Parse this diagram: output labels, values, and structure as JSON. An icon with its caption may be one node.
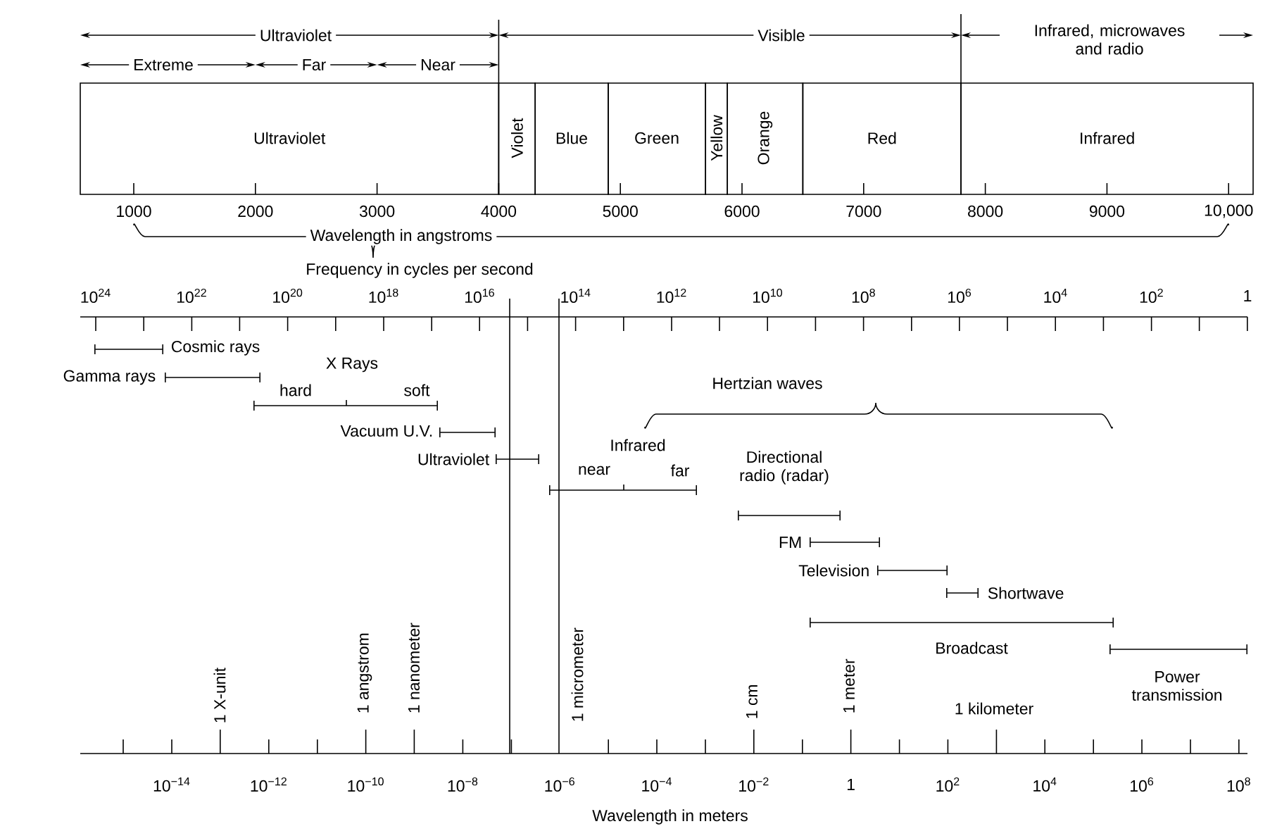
{
  "diagram": {
    "nodes": [
      {
        "text": [
          "Ultraviolet"
        ]
      },
      {
        "text": [
          "Violet"
        ]
      },
      {
        "text": [
          "Blue"
        ]
      },
      {
        "text": [
          "Green"
        ]
      },
      {
        "text": [
          "Yellow"
        ]
      },
      {
        "text": [
          "Orange"
        ]
      },
      {
        "text": [
          "Red"
        ]
      },
      {
        "text": [
          "Infrared"
        ]
      }
    ],
    "labels": [
      "Ultraviolet",
      "Visible",
      "Infrared, microwaves and radio",
      "Extreme",
      "Far",
      "Near",
      "1000",
      "2000",
      "3000",
      "4000",
      "5000",
      "6000",
      "7000",
      "8000",
      "9000",
      "10,000",
      "Wavelength in angstroms",
      "Frequency in cycles per second",
      "10$^{24}$",
      "10$^{22}$",
      "10$^{20}$",
      "10$^{18}$",
      "10$^{16}$",
      "10$^{14}$",
      "10$^{12}$",
      "10$^{10}$",
      "10$^{8}$",
      "10$^{6}$",
      "10$^{4}$",
      "10$^{2}$",
      "1",
      "Cosmic rays",
      "X Rays",
      "Gamma rays",
      "hard",
      "soft",
      "Hertzian waves",
      "Vacuum U.V.",
      "Infrared",
      "Ultraviolet",
      "near",
      "far",
      "Directional radio (radar)",
      "FM",
      "Television",
      "Shortwave",
      "Broadcast",
      "Power transmission",
      "1 X-unit",
      "1 angstrom",
      "1 nanometer",
      "1 micrometer",
      "1 cm",
      "1 meter",
      "1 kilometer",
      "10$^{−14}$",
      "10$^{−12}$",
      "10$^{−10}$",
      "10$^{−8}$",
      "10$^{−6}$",
      "10$^{−4}$",
      "10$^{−2}$",
      "1",
      "10$^{2}$",
      "10$^{4}$",
      "10$^{6}$",
      "10$^{8}$",
      "Wavelength in meters"
    ]
  }
}
